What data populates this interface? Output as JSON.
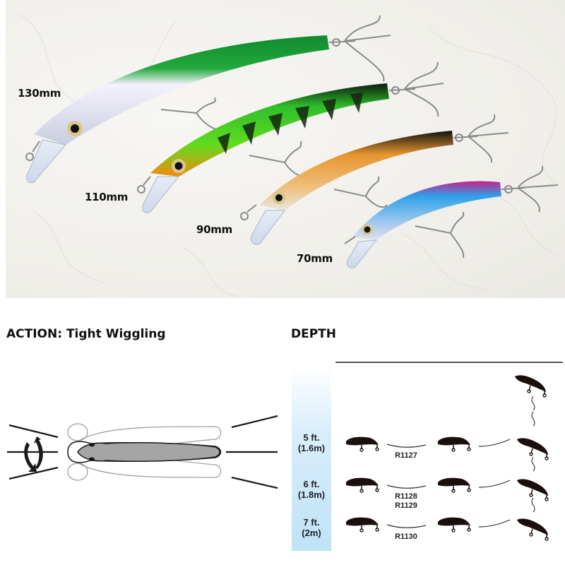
{
  "product_photo": {
    "lures": [
      {
        "size_label": "130mm",
        "color_scheme": "green back / silver"
      },
      {
        "size_label": "110mm",
        "color_scheme": "green perch / orange belly"
      },
      {
        "size_label": "90mm",
        "color_scheme": "black back / gold"
      },
      {
        "size_label": "70mm",
        "color_scheme": "pink back / blue"
      }
    ]
  },
  "action": {
    "heading": "ACTION: Tight Wiggling"
  },
  "depth": {
    "heading": "DEPTH",
    "levels": [
      {
        "feet": "5 ft.",
        "meters": "(1.6m)",
        "models": [
          "R1127"
        ]
      },
      {
        "feet": "6 ft.",
        "meters": "(1.8m)",
        "models": [
          "R1128",
          "R1129"
        ]
      },
      {
        "feet": "7 ft.",
        "meters": "(2m)",
        "models": [
          "R1130"
        ]
      }
    ]
  },
  "colors": {
    "text": "#111111",
    "depth_gradient_top": "#ffffff",
    "depth_gradient_bottom": "#bfe2f7",
    "silhouette": "#1a0f0c"
  }
}
